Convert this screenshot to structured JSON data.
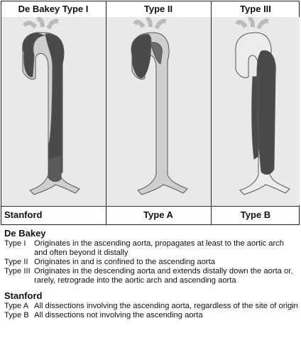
{
  "headers": {
    "type1": "De Bakey Type I",
    "type2": "Type II",
    "type3": "Type III"
  },
  "footers": {
    "stanford": "Stanford",
    "typeA": "Type A",
    "typeB": "Type B"
  },
  "colors": {
    "false_lumen": "#4a4a4a",
    "aorta": "#cfcfcf",
    "panel_bg": "#e9e9e9",
    "border": "#222222"
  },
  "legend": {
    "debakey_title": "De Bakey",
    "debakey": [
      {
        "term": "Type I",
        "desc": "Originates in the ascending aorta, propagates at least to the aortic arch and often beyond it distally"
      },
      {
        "term": "Type II",
        "desc": "Originates in and is confined to the ascending aorta"
      },
      {
        "term": "Type III",
        "desc": "Originates in the descending aorta and extends distally down the aorta or, rarely, retrograde into the aortic arch and ascending aorta"
      }
    ],
    "stanford_title": "Stanford",
    "stanford": [
      {
        "term": "Type A",
        "desc": "All dissections involving the ascending aorta, regardless of the site of origin"
      },
      {
        "term": "Type B",
        "desc": "All dissections not involving the ascending aorta"
      }
    ]
  }
}
